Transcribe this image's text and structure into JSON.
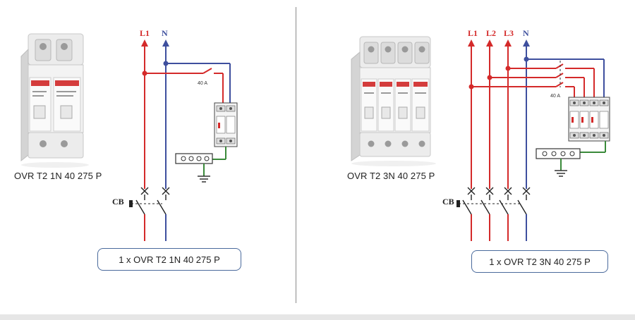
{
  "left": {
    "product_caption": "OVR T2 1N 40 275 P",
    "order_label": "1 x OVR T2 1N 40 275 P",
    "lines": [
      "L1",
      "N"
    ],
    "fuse_rating": "40 A",
    "breaker_label": "CB"
  },
  "right": {
    "product_caption": "OVR T2 3N 40 275 P",
    "order_label": "1 x OVR T2 3N 40 275 P",
    "lines": [
      "L1",
      "L2",
      "L3",
      "N"
    ],
    "fuse_rating": "40 A",
    "breaker_label": "CB"
  },
  "colors": {
    "phase": "#d42a2a",
    "neutral": "#3e4f9e",
    "earth": "#3a8a3a",
    "box_border": "#4a6a9c"
  }
}
